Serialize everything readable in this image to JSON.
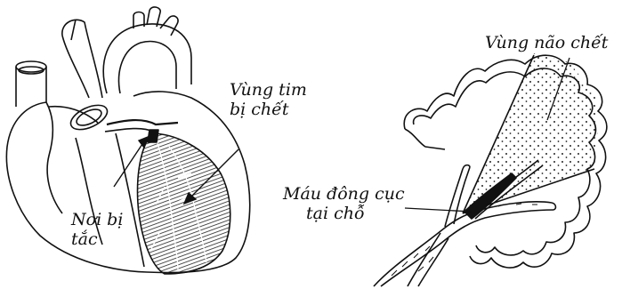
{
  "heart": {
    "label_dead_area": [
      "Vùng tim",
      "bị chết"
    ],
    "label_blockage": [
      "Nơi bị",
      "tắc"
    ]
  },
  "brain": {
    "label_dead_area": "Vùng não chết",
    "label_clot": [
      "Máu đông cục",
      "tại chỗ"
    ]
  },
  "colors": {
    "ink": "#111111",
    "background": "#ffffff"
  }
}
